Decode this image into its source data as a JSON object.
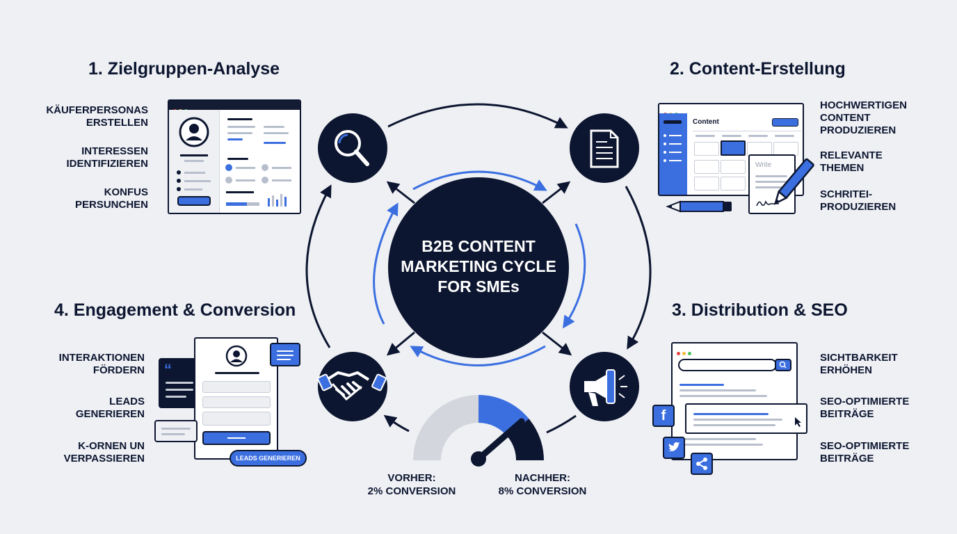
{
  "center": {
    "line1": "B2B CONTENT",
    "line2": "MARKETING CYCLE",
    "line3": "FOR SMEs"
  },
  "sections": {
    "s1": {
      "title": "1. Zielgruppen-Analyse",
      "items": [
        [
          "KÄUFERPERSONAS",
          "ERSTELLEN"
        ],
        [
          "INTERESSEN",
          "IDENTIFIZIEREN"
        ],
        [
          "KONFUS",
          "PERSUNCHEN"
        ]
      ]
    },
    "s2": {
      "title": "2. Content-Erstellung",
      "items": [
        [
          "HOCHWERTIGEN",
          "CONTENT",
          "PRODUZIEREN"
        ],
        [
          "RELEVANTE",
          "THEMEN"
        ],
        [
          "SCHRITEI-",
          "PRODUZIEREN"
        ]
      ],
      "app_header": "Content",
      "write_placeholder": "Write"
    },
    "s3": {
      "title": "3. Distribution & SEO",
      "items": [
        [
          "SICHTBARKEIT",
          "ERHÖHEN"
        ],
        [
          "SEO-OPTIMIERTE",
          "BEITRÄGE"
        ],
        [
          "SEO-OPTIMIERTE",
          "BEITRÄGE"
        ]
      ]
    },
    "s4": {
      "title": "4. Engagement & Conversion",
      "items": [
        [
          "INTERAKTIONEN",
          "FÖRDERN"
        ],
        [
          "LEADS",
          "GENERIEREN"
        ],
        [
          "K-ORNEN UN",
          "VERPASSIEREN"
        ]
      ],
      "leads_button": "LEADS GENERIEREN"
    }
  },
  "gauge": {
    "before_label": "VORHER:",
    "before_value": "2% CONVERSION",
    "after_label": "NACHHER:",
    "after_value": "8% CONVERSION",
    "before_pct": 2,
    "after_pct": 8
  },
  "colors": {
    "navy": "#0d1630",
    "blue": "#3b6fe0",
    "bg": "#eef0f4",
    "grey": "#d3d6dc"
  },
  "icons": {
    "stage1": "magnifier-icon",
    "stage2": "document-icon",
    "stage3": "megaphone-icon",
    "stage4": "handshake-icon"
  }
}
